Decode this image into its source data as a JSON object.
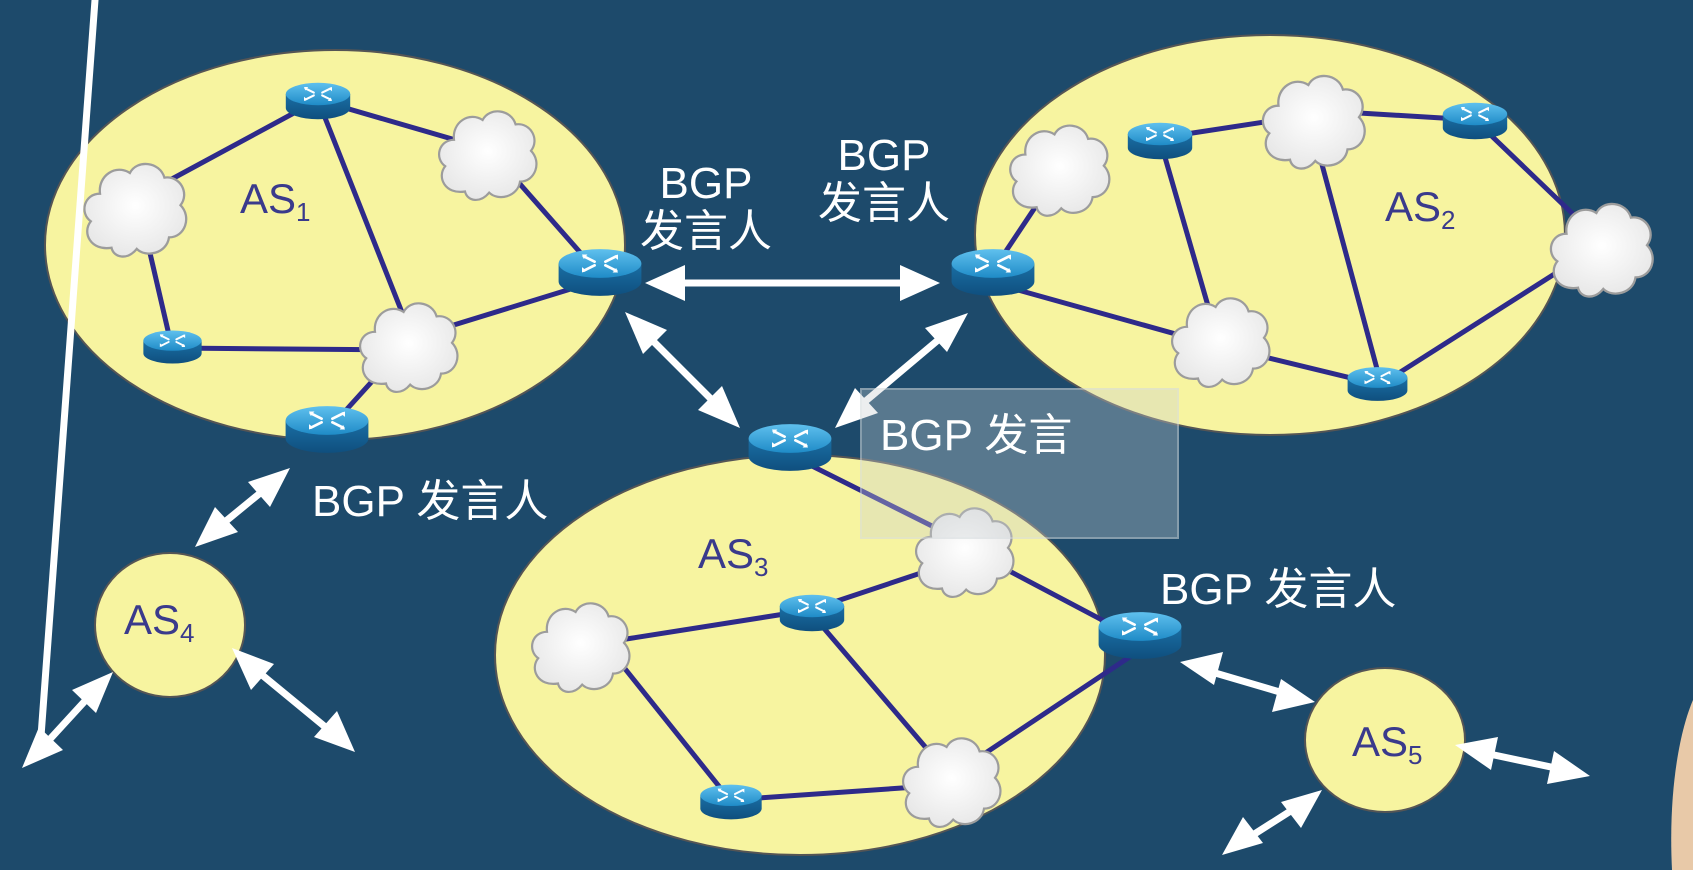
{
  "diagram": {
    "as_names": [
      {
        "base": "AS",
        "sub": "1"
      },
      {
        "base": "AS",
        "sub": "2"
      },
      {
        "base": "AS",
        "sub": "3"
      },
      {
        "base": "AS",
        "sub": "4"
      },
      {
        "base": "AS",
        "sub": "5"
      }
    ],
    "speaker_labels": {
      "as1_right_line1": "BGP",
      "as1_right_line2": "发言人",
      "as2_left_line1": "BGP",
      "as2_left_line2": "发言人",
      "as3_top": "BGP 发言",
      "as1_bottom": "BGP 发言人",
      "as3_right": "BGP 发言人"
    },
    "colors": {
      "background": "#1d4a6b",
      "as_fill": "#f7f4a0",
      "link": "#2e2a8a",
      "router": "#1f8bc7",
      "arrow": "#ffffff"
    }
  }
}
